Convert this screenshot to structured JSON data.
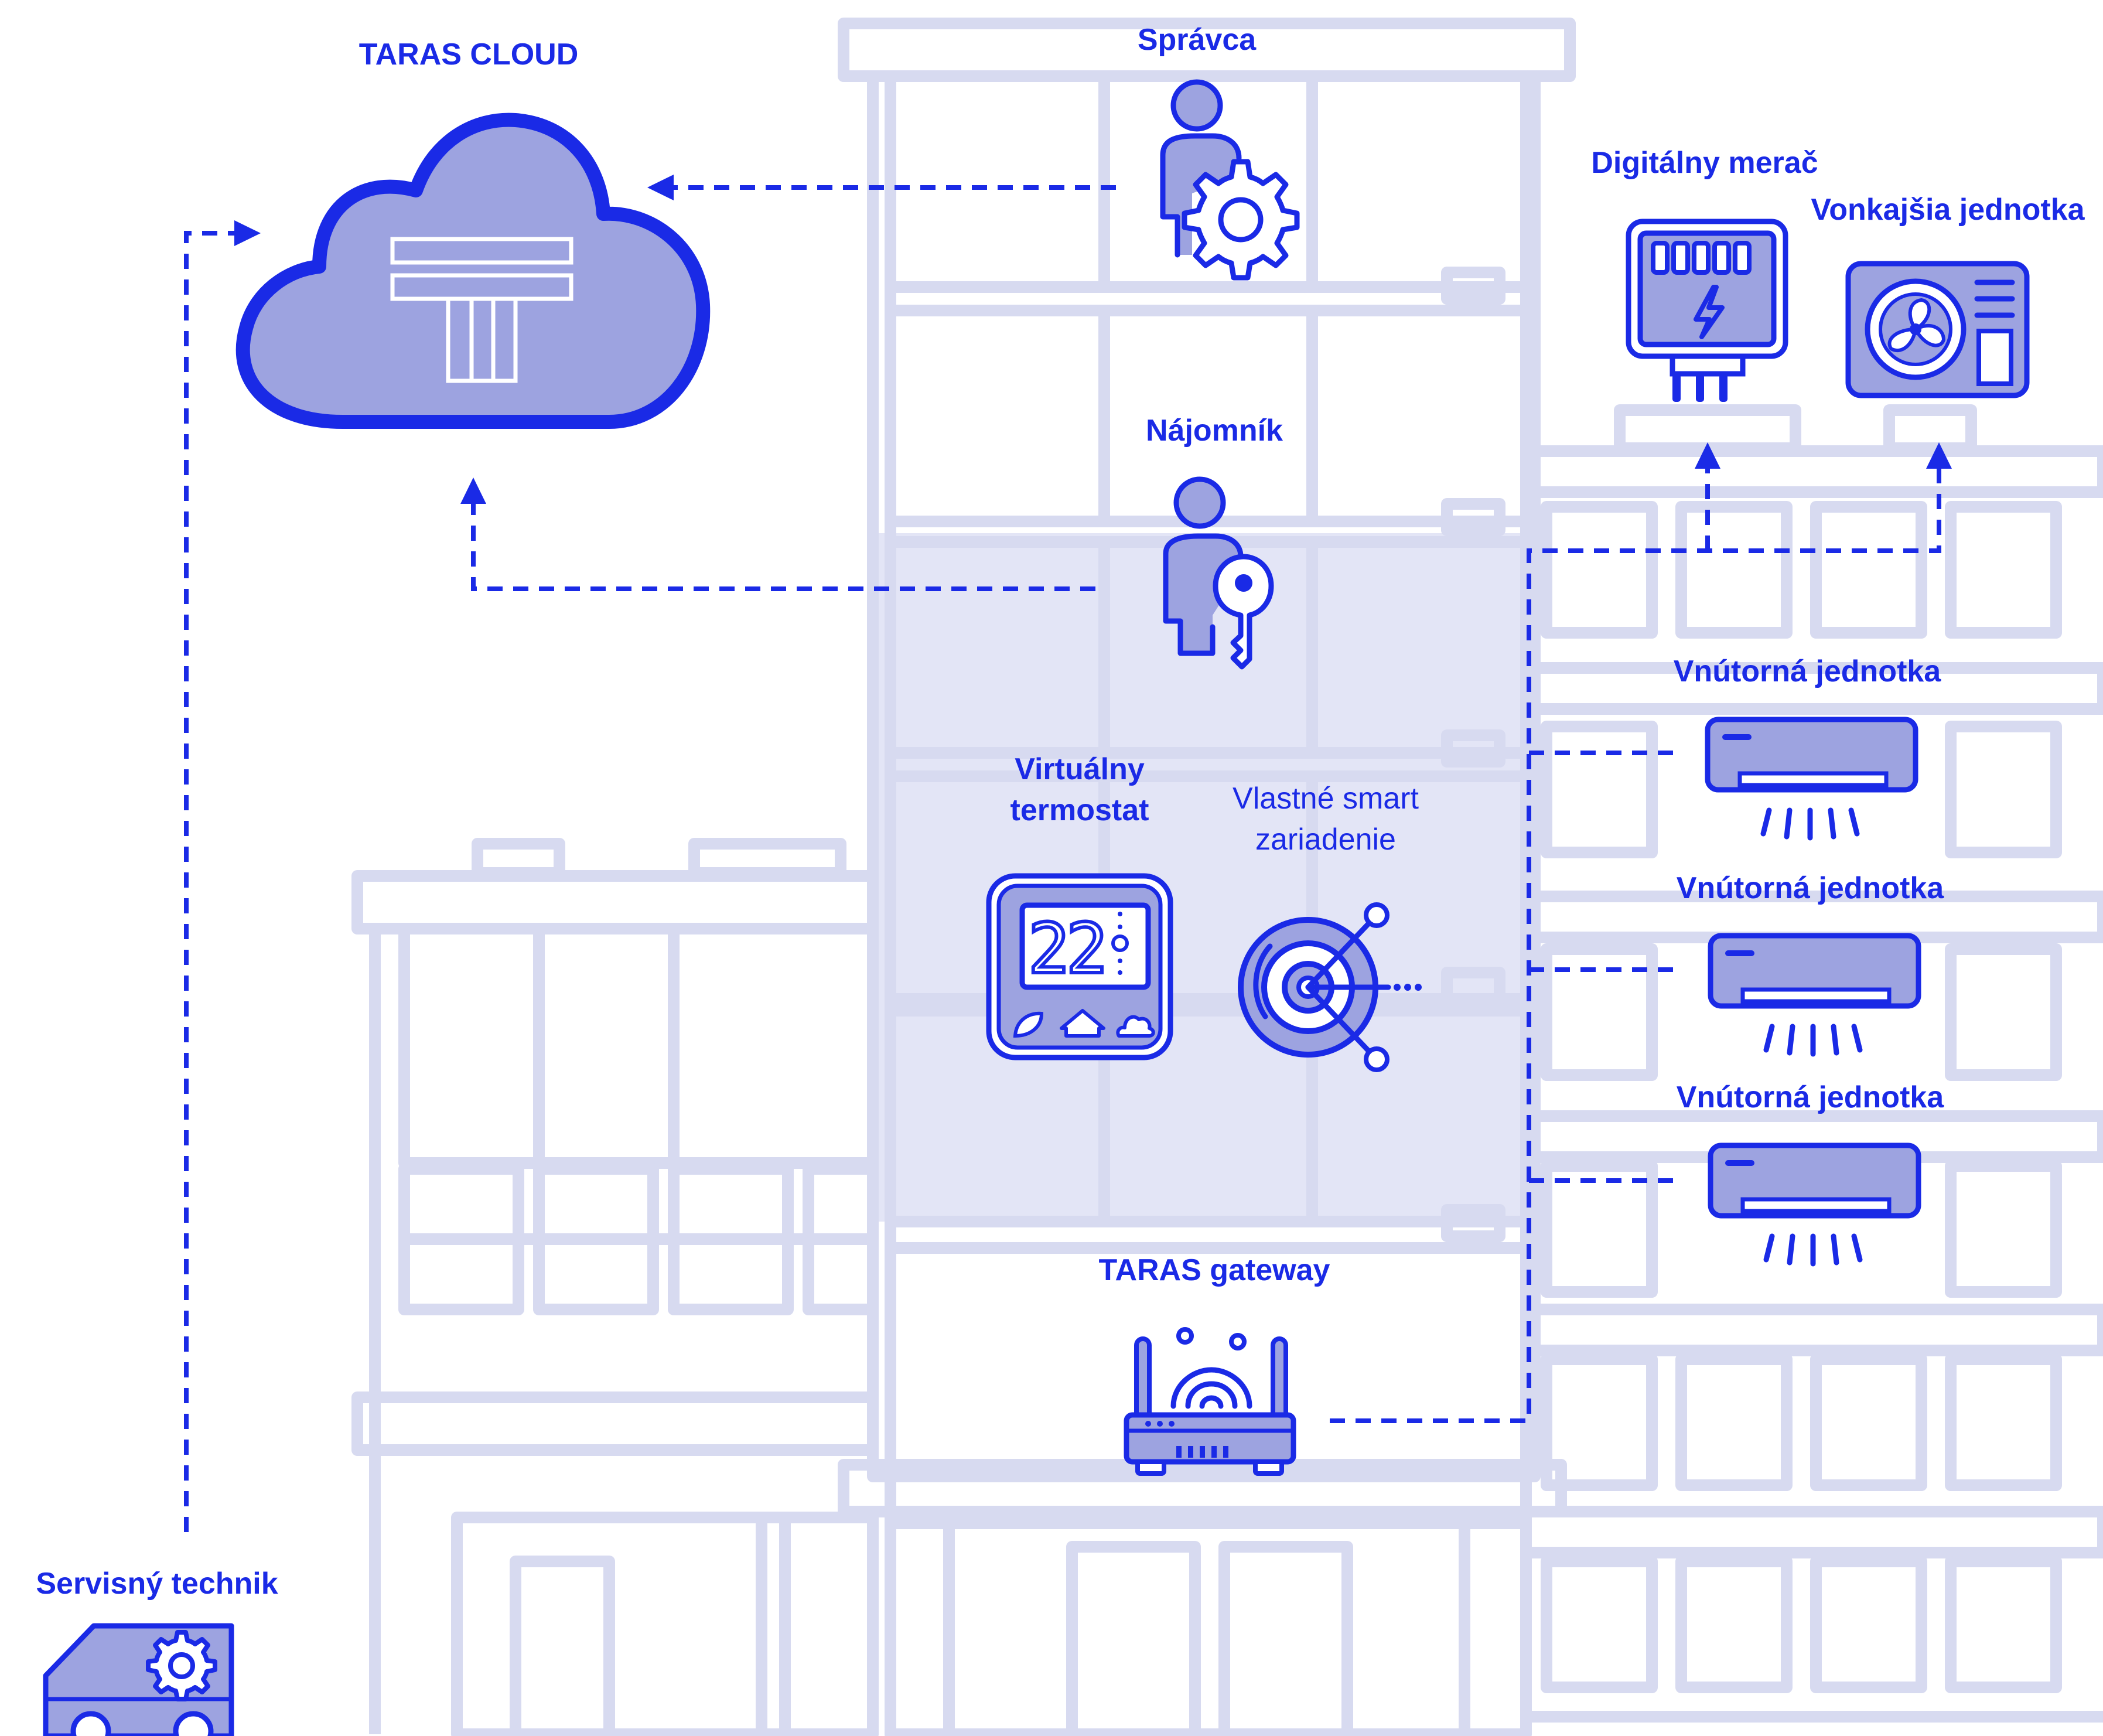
{
  "cloud": {
    "title": "TARAS CLOUD"
  },
  "admin": {
    "label": "Správca"
  },
  "tenant": {
    "label": "Nájomník"
  },
  "meter": {
    "label": "Digitálny merač"
  },
  "outdoor": {
    "label": "Vonkajšia jednotka"
  },
  "indoor_units": [
    {
      "label": "Vnútorná jednotka"
    },
    {
      "label": "Vnútorná jednotka"
    },
    {
      "label": "Vnútorná jednotka"
    }
  ],
  "thermostat": {
    "label_line1": "Virtuálny",
    "label_line2": "termostat",
    "display": "22"
  },
  "smart": {
    "label_line1": "Vlastné smart",
    "label_line2": "zariadenie"
  },
  "gateway": {
    "label": "TARAS gateway"
  },
  "technician": {
    "label": "Servisný technik"
  },
  "colors": {
    "accent": "#1a2ae6",
    "fill": "#9da3e0",
    "building": "#d7daf0",
    "highlight": "#e3e5f6"
  },
  "icons": [
    "cloud-icon",
    "admin-gear-icon",
    "tenant-key-icon",
    "meter-icon",
    "fan-unit-icon",
    "ac-unit-icon",
    "thermostat-icon",
    "smart-device-icon",
    "router-icon",
    "service-van-icon"
  ]
}
